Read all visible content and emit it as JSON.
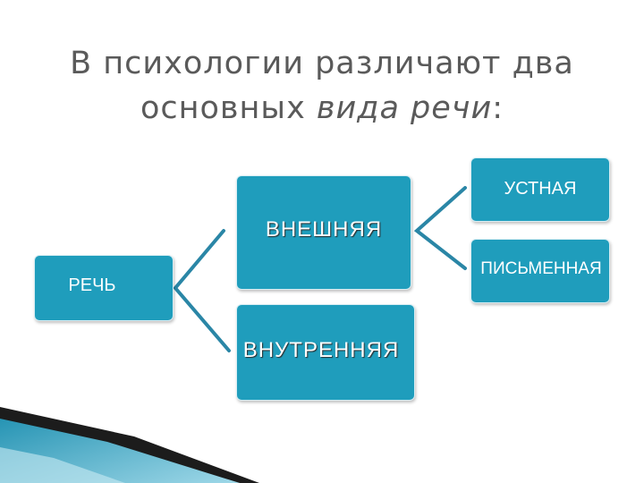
{
  "title": {
    "line1": "В психологии различают два",
    "line2_normal": "основных ",
    "line2_italic": "вида речи",
    "line2_end": ":"
  },
  "diagram": {
    "root": "РЕЧЬ",
    "external": "ВНЕШНЯЯ",
    "internal": "ВНУТРЕННЯЯ",
    "oral": "УСТНАЯ",
    "written": "ПИСЬМЕННАЯ"
  },
  "colors": {
    "box_fill": "#1f9dbc",
    "connector": "#2a86a6",
    "title_text": "#5a5a5a",
    "corner_dark": "#1c1c1c",
    "corner_teal": "#2aa6c4"
  }
}
